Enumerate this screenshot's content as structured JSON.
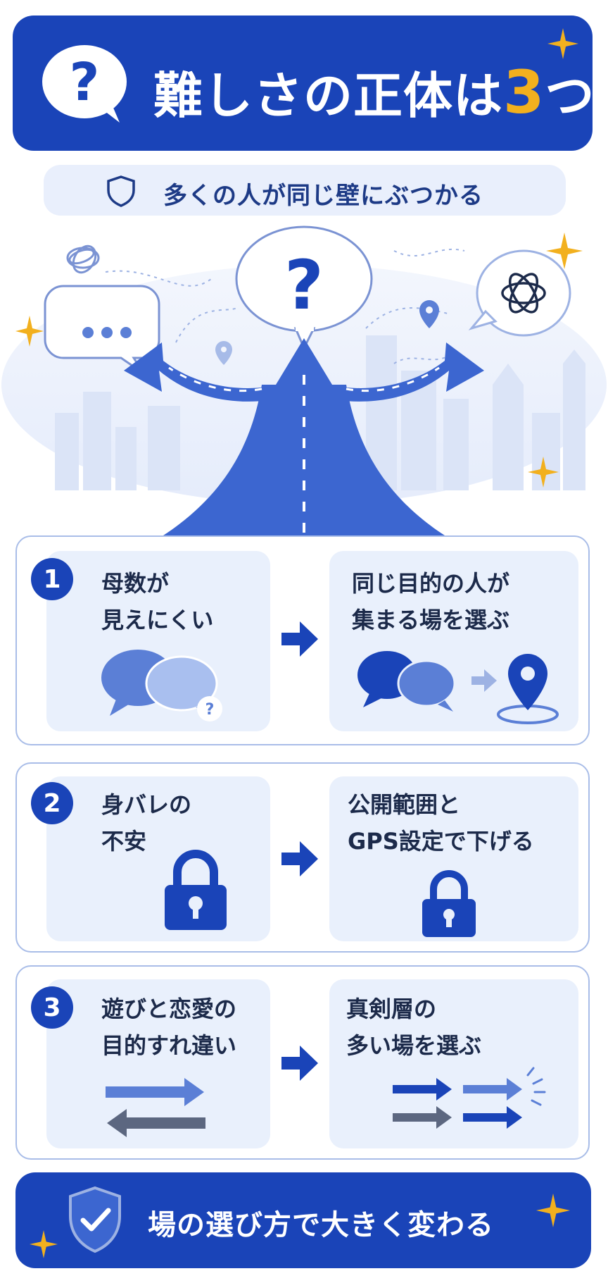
{
  "header": {
    "title": "難しさの正体は",
    "title_number": "3",
    "title_suffix": "つ",
    "bubble_mark": "?"
  },
  "subtitle": {
    "text": "多くの人が同じ壁にぶつかる"
  },
  "hero": {
    "question_mark": "?"
  },
  "problems": [
    {
      "number": "1",
      "problem_line1": "母数が",
      "problem_line2": "見えにくい",
      "solution_line1": "同じ目的の人が",
      "solution_line2": "集まる場を選ぶ"
    },
    {
      "number": "2",
      "problem_line1": "身バレの",
      "problem_line2": "不安",
      "solution_line1": "公開範囲と",
      "solution_line2": "GPS設定で下げる"
    },
    {
      "number": "3",
      "problem_line1": "遊びと恋愛の",
      "problem_line2": "目的すれ違い",
      "solution_line1": "真剣層の",
      "solution_line2": "多い場を選ぶ"
    }
  ],
  "footer": {
    "text": "場の選び方で大きく変わる"
  },
  "colors": {
    "primary": "#1a44b8",
    "accent_gold": "#f2b01e",
    "panel_bg": "#e9f0fc",
    "card_border": "#a9bde8"
  }
}
